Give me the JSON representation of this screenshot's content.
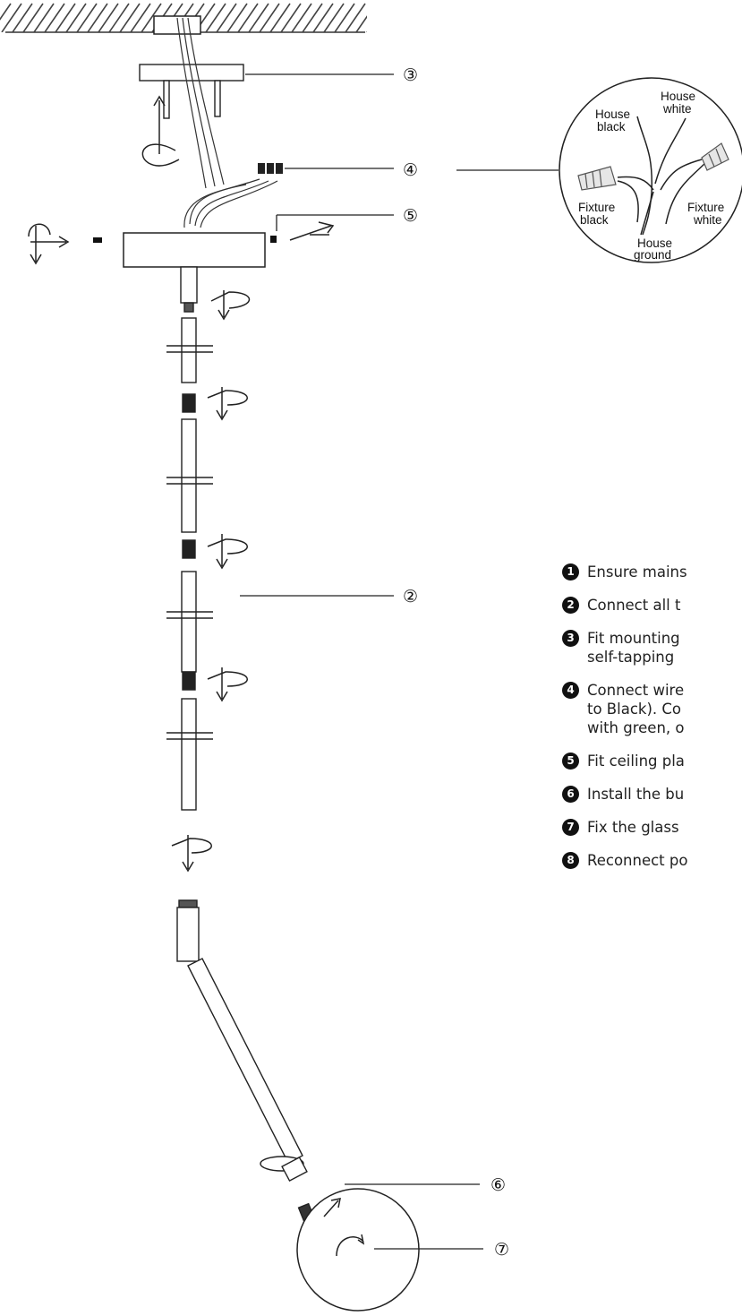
{
  "callouts": [
    "③",
    "④",
    "⑤",
    "②",
    "⑥",
    "⑦"
  ],
  "wiring_detail": {
    "house_black": [
      "House",
      "black"
    ],
    "house_white": [
      "House",
      "white"
    ],
    "fixture_black": [
      "Fixture",
      "black"
    ],
    "fixture_white": [
      "Fixture",
      "white"
    ],
    "house_ground": [
      "House",
      "ground"
    ]
  },
  "steps": [
    {
      "marker": "1",
      "lines": [
        "Ensure mains"
      ]
    },
    {
      "marker": "2",
      "lines": [
        "Connect all t"
      ]
    },
    {
      "marker": "3",
      "lines": [
        "Fit mounting",
        "self-tapping"
      ]
    },
    {
      "marker": "4",
      "lines": [
        "Connect wire",
        "to Black). Co",
        "with green, o"
      ]
    },
    {
      "marker": "5",
      "lines": [
        "Fit ceiling pla"
      ]
    },
    {
      "marker": "6",
      "lines": [
        "Install the bu"
      ]
    },
    {
      "marker": "7",
      "lines": [
        "Fix the glass"
      ]
    },
    {
      "marker": "8",
      "lines": [
        "Reconnect po"
      ]
    }
  ]
}
